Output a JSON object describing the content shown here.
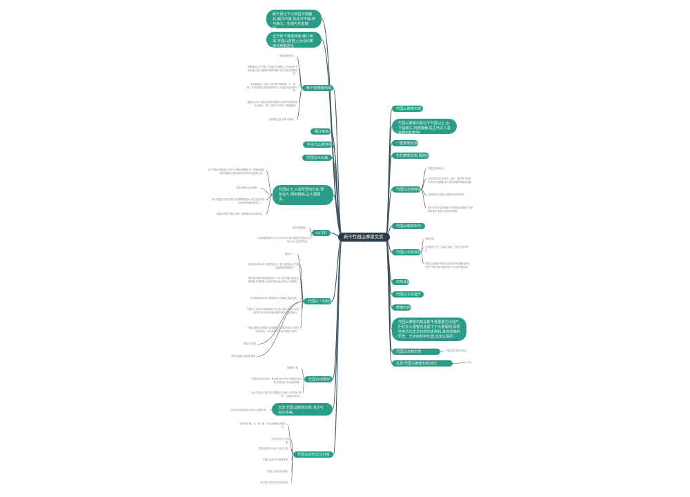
{
  "mindmap": {
    "root": "新干竹园山摩崖文赏",
    "left": [
      {
        "id": "L1",
        "label": "新干县位于江西省中部偏北,赣江中游,东北与丰城,西与峡江、东南与乐安接壤。",
        "children": []
      },
      {
        "id": "L2",
        "label": "位于新干县城西南,赣江西岸,竹园山岩壁上为清代摩崖石刻群遗址",
        "children": []
      },
      {
        "id": "L3",
        "label": "新干县摩崖石刻",
        "children": [
          "一面石壁刻有诗。",
          "摩崖题刻位于竹园山下临赣江的崖壁上,字体多样,书法精湛,历史价值很高,是研究新干地方历史的重要资料。",
          "内容有题字、诗词、游记等,书体有楷、行、草、隶、篆,风格各异,现存较好的约三十余处,字迹清晰可辨。",
          "据县志记载,竹园山石刻年代跨度大,最早可追溯到宋代,历经元、明、清各代,均有文人墨客题刻。",
          "山前临赣江处,有宋人题刻。"
        ]
      },
      {
        "id": "L4",
        "label": "赣江到此石",
        "children": []
      },
      {
        "id": "L5",
        "label": "自古江山胜地名",
        "children": []
      },
      {
        "id": "L6",
        "label": "竹园古木山庙",
        "children": []
      },
      {
        "id": "L7",
        "label": "竹园山下,人迹罕至的村庄,景色宜人,绿树掩映,古人留题多。",
        "children": [
          "由于竹园山濒临赣江,自古为水路交通要道,文人墨客途经此地多有题刻,竹园山遂成为摩崖石刻荟萃之地。",
          "竹园山题刻,山水相映。",
          "此外,据县志记载,竹园山石刻群规模宏大,是江西省内保存较好的摩崖石刻群之一。",
          "据县志所载,竹园山还有一处摩崖石刻,尚待考证。"
        ]
      },
      {
        "id": "L8",
        "label": "山门石",
        "children": [
          "前有石壁题刻。",
          "一处摩崖题刻篆书大字,字径尺许,笔力雄健,是竹园山中最为引人注目的石刻。"
        ]
      },
      {
        "id": "L9",
        "label": "竹园山・石刻赏析",
        "children": [
          "题刻之一。",
          "宋代绍兴年间,邑人题竹园山诗一首,书法遒劲,为竹园山现存最早的题刻之一。",
          "明代嘉靖年间,知县题刻游记一篇,记述竹园山景致,文辞优美,书法秀丽,为石刻中的精品,历来为人所称道。",
          "清代乾隆年间,邑人题刻诗句,字体端庄,保存完好。",
          "竹园山上另有清代题刻数处,多为游人题名,书法水平参差不齐,但亦有可观者,是研究地方文化的资料。",
          "竹园山摩崖石刻是新干县重要的文物保护单位,具有较高的历史、艺术和科学价值,值得加以保护。",
          "竹园山石刻群",
          "现列为县级文物保护单位"
        ]
      },
      {
        "id": "L10",
        "label": "竹园山诗题刻",
        "children": [
          "诗题刻一首。",
          "竹园山石刻中有诗一首,相传为宋代诗人所题,诗句清新,意境深远,书法自然流畅。",
          "诗云:竹园山下赣江流,石壁题诗几百秋,千古风流人物尽,一江春水向东流。"
        ]
      },
      {
        "id": "L11",
        "label": "文赏:竹园山摩崖石刻,书法与诗文并美。",
        "children": [
          "石刻文化源远流长,历代名人留题众多。"
        ]
      },
      {
        "id": "L12",
        "label": "竹园山石刻文化价值",
        "children": [
          "石刻书体:楷、行、草、隶、篆,各体兼备,风格多样。",
          "竹园山石刻,书法精湛。",
          "竹园山题刻,历代名人诗文汇集。",
          "竹园山石刻,文化底蕴深厚。",
          "竹园山,书法艺术宝库。",
          "新干县,江西省历史文化名城。"
        ]
      }
    ],
    "right": [
      {
        "id": "R1",
        "label": "竹园山摩崖石刻",
        "children": []
      },
      {
        "id": "R2",
        "label": "竹园山摩崖石刻位于竹园山上,山下临赣江,石壁陡峭,是古代文人墨客题刻的胜地。",
        "children": []
      },
      {
        "id": "R3",
        "label": "一壁摩崖石刻",
        "children": []
      },
      {
        "id": "R4",
        "label": "古代摩崖石刻,题刻众多",
        "children": []
      },
      {
        "id": "R5",
        "label": "竹园山石刻特征",
        "children": [
          "竹园山石刻年代。",
          "石刻内容丰富,有诗词、游记、题名等,书体多样,艺术价值很高,是江西省重要的摩崖石刻群。",
          "石刻保存状况良好,多数字迹清晰可辨。",
          "近年来,新干县文物部门对竹园山石刻进行了调查和保护,采取了多项保护措施。"
        ]
      },
      {
        "id": "R6",
        "label": "竹园山题刻年代",
        "children": []
      },
      {
        "id": "R7",
        "label": "竹园山石刻保护",
        "children": [
          "摩崖石刻。",
          "石刻保护工作:一是建立档案,二是设立保护标志。",
          "竹园山石刻保护范围,包括石刻所在崖壁及周边环境,严禁在保护范围内进行开山采石等活动。"
        ]
      },
      {
        "id": "R8",
        "label": "石刻保护",
        "children": []
      },
      {
        "id": "R9",
        "label": "竹园山文化遗产",
        "children": []
      },
      {
        "id": "R10",
        "label": "摩崖石刻",
        "children": []
      },
      {
        "id": "R11",
        "label": "竹园山摩崖石刻是新干县重要文化遗产,历代文人墨客在此留下了大量题刻,是研究地方历史文化的珍贵资料,具有较高的历史、艺术和科学价值,应加以保护。",
        "children": []
      },
      {
        "id": "R12",
        "label": "竹园山石刻文赏",
        "children": [
          "石刻文赏,书法与诗文。"
        ]
      },
      {
        "id": "R13",
        "label": "文赏:竹园山摩崖石刻书法",
        "children": [
          "书法。"
        ]
      }
    ]
  },
  "colors": {
    "node_fill": "#2b9c88",
    "root_fill": "#2c3d49",
    "edge": "#3a5360",
    "leaf_text": "#8a8a8a",
    "background": "#ffffff"
  }
}
